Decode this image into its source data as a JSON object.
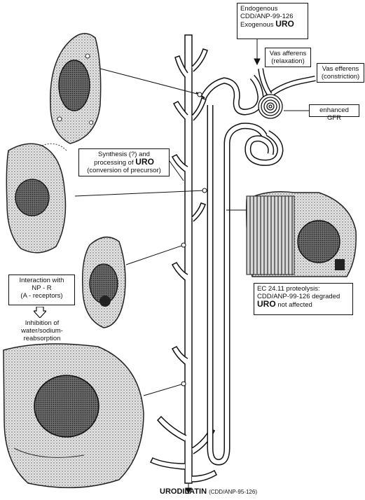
{
  "labels": {
    "endogenous": "Endogenous",
    "endogenous_cdd": "CDD/ANP-99-126",
    "exogenous": "Exogenous",
    "uro": "URO",
    "vas_afferens": "Vas afferens",
    "vas_afferens_note": "(relaxation)",
    "vas_efferens": "Vas efferens",
    "vas_efferens_note": "(constriction)",
    "enhanced_gfr": "enhanced GFR",
    "synthesis_line1": "Synthesis (?)  and",
    "synthesis_line2_prefix": "processing of",
    "synthesis_uro": "URO",
    "synthesis_line3": "(conversion of precursor)",
    "interaction_line1": "Interaction with",
    "interaction_line2": "NP - R",
    "interaction_line3": "(A - receptors)",
    "inhibition_line1": "Inhibition of",
    "inhibition_line2": "water/sodium-",
    "inhibition_line3": "reabsorption",
    "proteolysis_line1": "EC 24.11 proteolysis:",
    "proteolysis_line2": "CDD/ANP-99-126 degraded",
    "proteolysis_uro": "URO",
    "proteolysis_suffix": "not affected",
    "urodilatin": "URODILATIN",
    "urodilatin_sub": "(CDD/ANP-95-126)"
  }
}
